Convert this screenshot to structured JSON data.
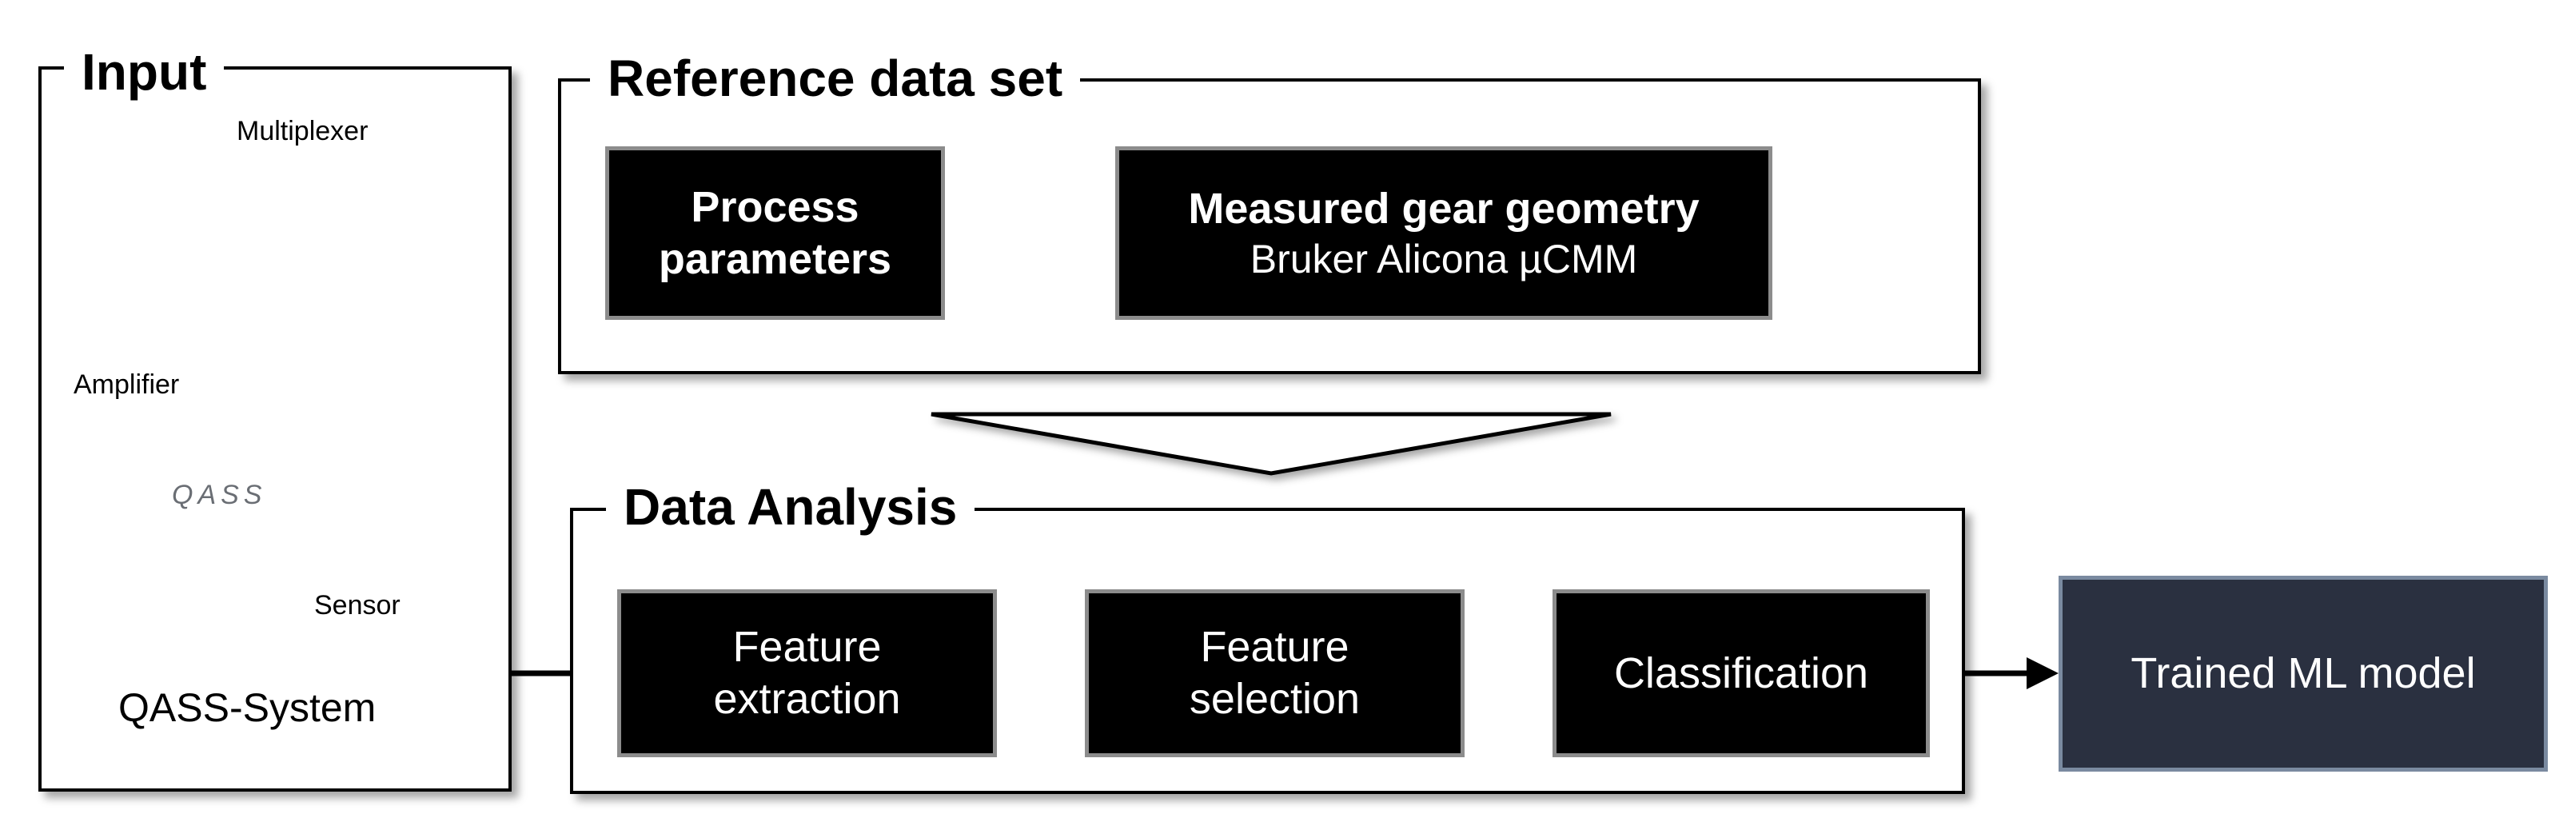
{
  "input": {
    "title": "Input",
    "multiplexer_label": "Multiplexer",
    "amplifier_label": "Amplifier",
    "amplifier_brand": "QASS",
    "sensor_label": "Sensor",
    "system_label": "QASS-System"
  },
  "reference": {
    "title": "Reference data set",
    "process_box": {
      "line1": "Process",
      "line2": "parameters"
    },
    "geometry_box": {
      "line1": "Measured gear geometry",
      "line2": "Bruker Alicona µCMM"
    }
  },
  "analysis": {
    "title": "Data Analysis",
    "steps": [
      {
        "line1": "Feature",
        "line2": "extraction"
      },
      {
        "line1": "Feature",
        "line2": "selection"
      },
      {
        "line1": "Classification"
      }
    ]
  },
  "output": {
    "label": "Trained ML model"
  },
  "colors": {
    "box_fill": "#000000",
    "box_border": "#8c8c8c",
    "output_fill": "#2a3040",
    "output_border": "#7a8aa0"
  }
}
